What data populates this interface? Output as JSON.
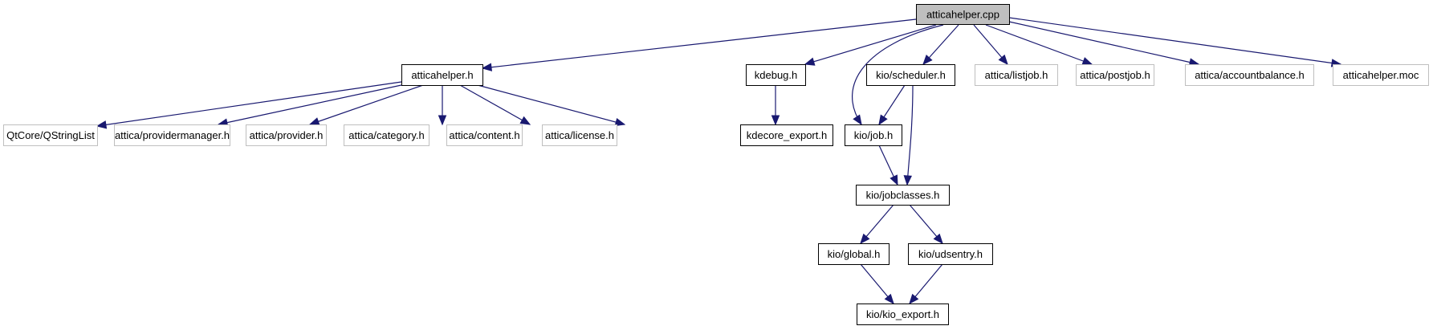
{
  "title": "atticahelper.cpp include dependency graph",
  "colors": {
    "edge": "#191970",
    "root_fill": "#bfbfbf",
    "documented_border": "#000000",
    "undocumented_border": "#bfbfbf",
    "node_fill": "#ffffff"
  },
  "nodes": [
    {
      "id": "root",
      "label": "atticahelper.cpp",
      "kind": "root"
    },
    {
      "id": "atticahelper_h",
      "label": "atticahelper.h",
      "kind": "documented"
    },
    {
      "id": "kdebug_h",
      "label": "kdebug.h",
      "kind": "documented"
    },
    {
      "id": "scheduler_h",
      "label": "kio/scheduler.h",
      "kind": "documented"
    },
    {
      "id": "listjob_h",
      "label": "attica/listjob.h",
      "kind": "external"
    },
    {
      "id": "postjob_h",
      "label": "attica/postjob.h",
      "kind": "external"
    },
    {
      "id": "accountbalance_h",
      "label": "attica/accountbalance.h",
      "kind": "external"
    },
    {
      "id": "moc",
      "label": "atticahelper.moc",
      "kind": "external"
    },
    {
      "id": "qstringlist",
      "label": "QtCore/QStringList",
      "kind": "external"
    },
    {
      "id": "providermanager_h",
      "label": "attica/providermanager.h",
      "kind": "external"
    },
    {
      "id": "provider_h",
      "label": "attica/provider.h",
      "kind": "external"
    },
    {
      "id": "category_h",
      "label": "attica/category.h",
      "kind": "external"
    },
    {
      "id": "content_h",
      "label": "attica/content.h",
      "kind": "external"
    },
    {
      "id": "license_h",
      "label": "attica/license.h",
      "kind": "external"
    },
    {
      "id": "kdecore_export_h",
      "label": "kdecore_export.h",
      "kind": "documented"
    },
    {
      "id": "job_h",
      "label": "kio/job.h",
      "kind": "documented"
    },
    {
      "id": "jobclasses_h",
      "label": "kio/jobclasses.h",
      "kind": "documented"
    },
    {
      "id": "global_h",
      "label": "kio/global.h",
      "kind": "documented"
    },
    {
      "id": "udsentry_h",
      "label": "kio/udsentry.h",
      "kind": "documented"
    },
    {
      "id": "kio_export_h",
      "label": "kio/kio_export.h",
      "kind": "documented"
    }
  ],
  "edges": [
    {
      "from": "root",
      "to": "atticahelper_h"
    },
    {
      "from": "root",
      "to": "kdebug_h"
    },
    {
      "from": "root",
      "to": "scheduler_h"
    },
    {
      "from": "root",
      "to": "job_h"
    },
    {
      "from": "root",
      "to": "listjob_h"
    },
    {
      "from": "root",
      "to": "postjob_h"
    },
    {
      "from": "root",
      "to": "accountbalance_h"
    },
    {
      "from": "root",
      "to": "moc"
    },
    {
      "from": "atticahelper_h",
      "to": "qstringlist"
    },
    {
      "from": "atticahelper_h",
      "to": "providermanager_h"
    },
    {
      "from": "atticahelper_h",
      "to": "provider_h"
    },
    {
      "from": "atticahelper_h",
      "to": "category_h"
    },
    {
      "from": "atticahelper_h",
      "to": "content_h"
    },
    {
      "from": "atticahelper_h",
      "to": "license_h"
    },
    {
      "from": "kdebug_h",
      "to": "kdecore_export_h"
    },
    {
      "from": "scheduler_h",
      "to": "job_h"
    },
    {
      "from": "scheduler_h",
      "to": "jobclasses_h"
    },
    {
      "from": "job_h",
      "to": "jobclasses_h"
    },
    {
      "from": "jobclasses_h",
      "to": "global_h"
    },
    {
      "from": "jobclasses_h",
      "to": "udsentry_h"
    },
    {
      "from": "global_h",
      "to": "kio_export_h"
    },
    {
      "from": "udsentry_h",
      "to": "kio_export_h"
    }
  ]
}
